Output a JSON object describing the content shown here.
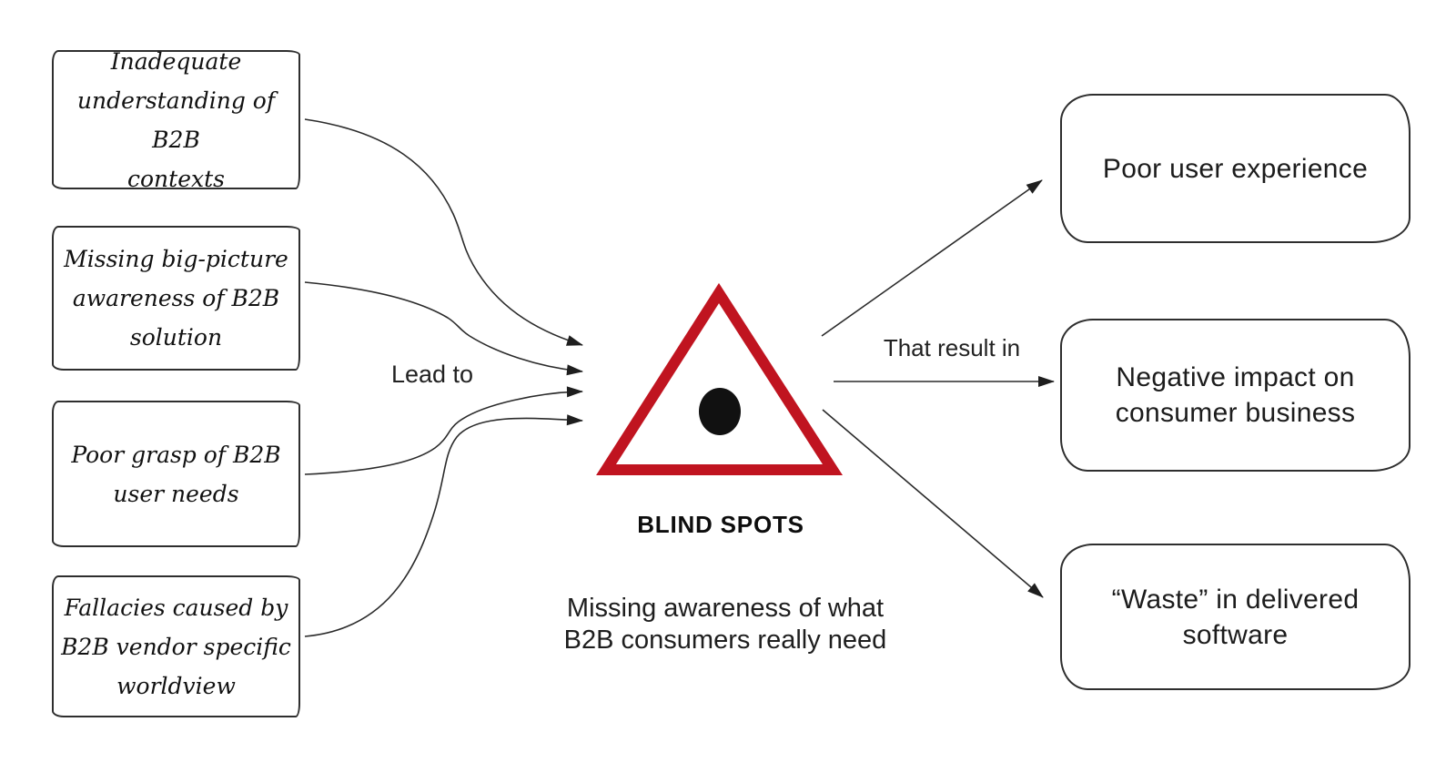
{
  "diagram": {
    "causes": [
      {
        "label": "Inadequate\nunderstanding of B2B\ncontexts"
      },
      {
        "label": "Missing big-picture\nawareness of B2B\nsolution"
      },
      {
        "label": "Poor grasp of B2B\nuser needs"
      },
      {
        "label": "Fallacies caused by\nB2B vendor specific\nworldview"
      }
    ],
    "lead_to_label": "Lead to",
    "center": {
      "title": "BLIND SPOTS",
      "subtitle": "Missing awareness of what\nB2B consumers really need",
      "icon": "warning-triangle-with-dot"
    },
    "result_label": "That result in",
    "results": [
      {
        "label": "Poor user experience"
      },
      {
        "label": "Negative impact on\nconsumer business"
      },
      {
        "label": "“Waste” in delivered\nsoftware"
      }
    ],
    "colors": {
      "triangle_red": "#c01420",
      "ink": "#111111",
      "line": "#2a2a2a"
    }
  }
}
